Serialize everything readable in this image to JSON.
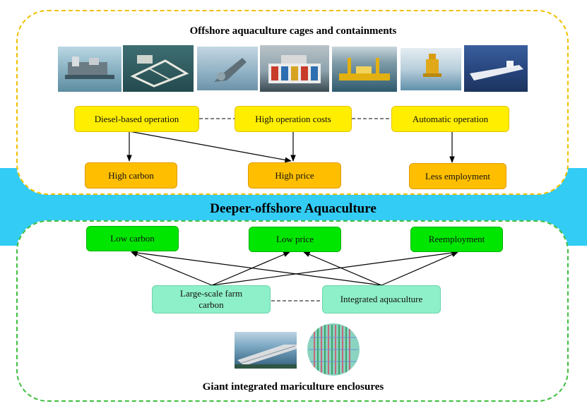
{
  "top": {
    "title": "Offshore aquaculture cages and containments",
    "causes": [
      "Diesel-based operation",
      "High operation costs",
      "Automatic operation"
    ],
    "effects": [
      "High carbon",
      "High price",
      "Less employment"
    ]
  },
  "center": {
    "title": "Deeper-offshore Aquaculture"
  },
  "bottom": {
    "outcomes": [
      "Low carbon",
      "Low price",
      "Reemployment"
    ],
    "drivers": [
      "Large-scale farm carbon",
      "Integrated aquaculture"
    ],
    "title": "Giant integrated mariculture enclosures"
  },
  "colors": {
    "top_border": "#f0c000",
    "bottom_border": "#3fbf3f",
    "band": "#33ccf5",
    "cause_box": "#ffee00",
    "effect_box": "#ffbf00",
    "outcome_box": "#00e600",
    "driver_box": "#8ef0c8"
  }
}
